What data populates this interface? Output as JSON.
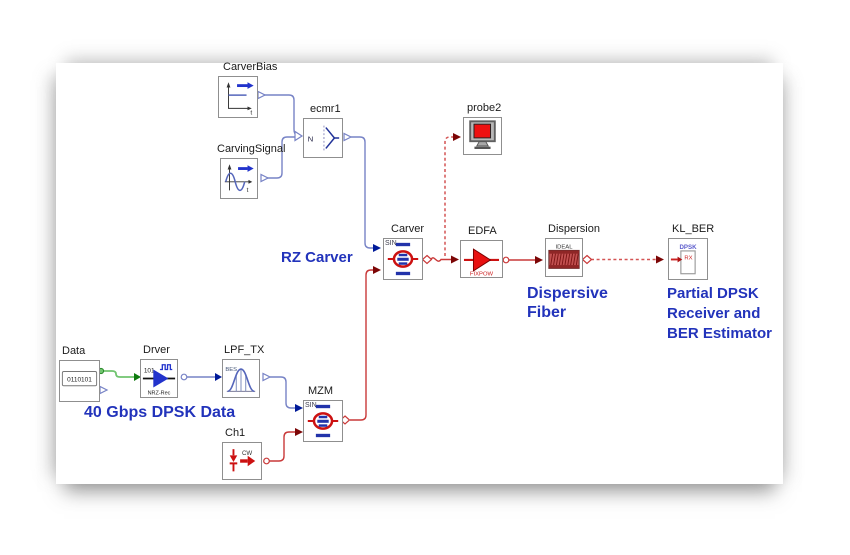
{
  "blocks": {
    "carverbias": {
      "label": "CarverBias",
      "axis": "t"
    },
    "carvingsignal": {
      "label": "CarvingSignal",
      "axis": "t"
    },
    "ecmr1": {
      "label": "ecmr1",
      "port_tag": "N"
    },
    "probe2": {
      "label": "probe2"
    },
    "carver": {
      "label": "Carver",
      "tag": "SIN"
    },
    "edfa": {
      "label": "EDFA",
      "tag": "FIXPOW"
    },
    "dispersion": {
      "label": "Dispersion",
      "tag": "IDEAL"
    },
    "kl_ber": {
      "label": "KL_BER",
      "tag": "DPSK",
      "inner": "RX"
    },
    "data": {
      "label": "Data",
      "pattern": "0110101"
    },
    "drver": {
      "label": "Drver",
      "tag": "101",
      "bottom_tag": "NRZ-Rec"
    },
    "lpf_tx": {
      "label": "LPF_TX",
      "tag": "BES"
    },
    "mzm": {
      "label": "MZM",
      "tag": "SIN"
    },
    "ch1": {
      "label": "Ch1",
      "tag": "CW"
    }
  },
  "annotations": {
    "rz_carver": "RZ Carver",
    "dpsk_data": "40 Gbps DPSK Data",
    "dispersive_fiber_line1": "Dispersive",
    "dispersive_fiber_line2": "Fiber",
    "receiver_line1": "Partial DPSK",
    "receiver_line2": "Receiver and",
    "receiver_line3": "BER Estimator"
  },
  "colors": {
    "annotation_blue": "#2233bb",
    "optical_red": "#c93939",
    "electrical_slate": "#7783c6",
    "data_green": "#70c46f",
    "arrow_navy": "#001a99",
    "arrow_darkred": "#7c0606"
  }
}
